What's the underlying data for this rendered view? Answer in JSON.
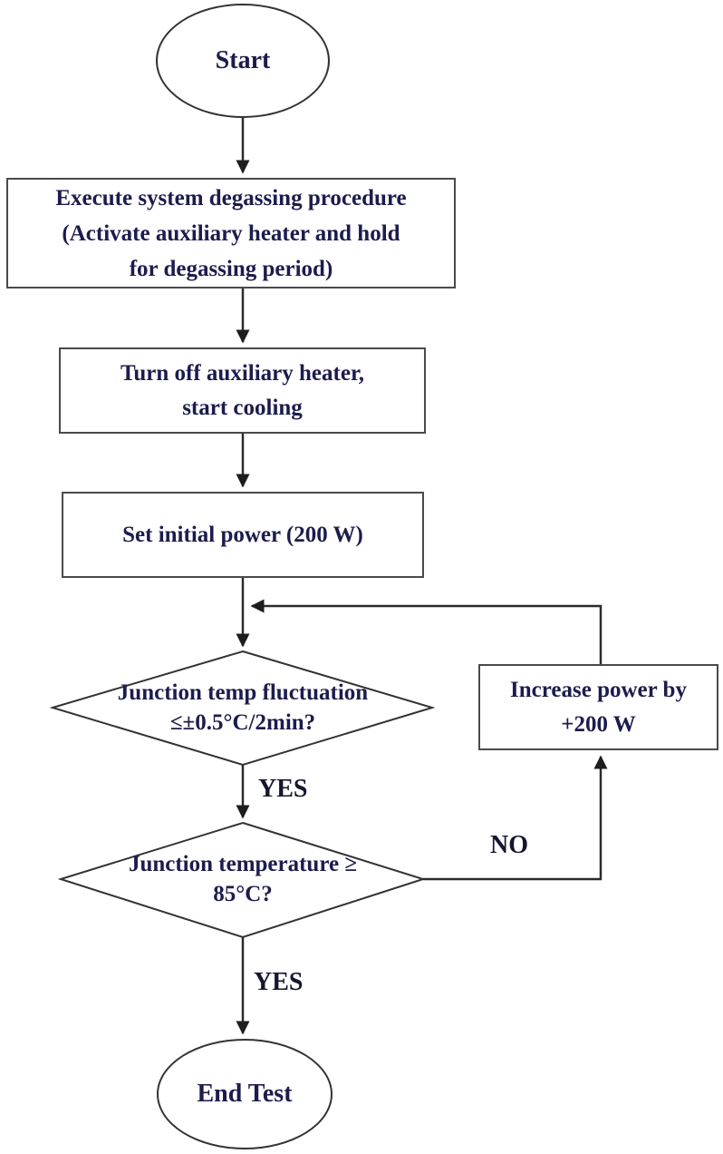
{
  "page": {
    "background": "#ffffff",
    "edge_color": "#9a9a9a"
  },
  "flowchart": {
    "colors": {
      "node_text": "#1c1c4e",
      "edge_label_text": "#15152f",
      "connector_line": "#2b2b2b",
      "rect_border": "#4a4a4a",
      "terminator_border": "#333333",
      "node_fill": "#ffffff"
    },
    "nodes": {
      "start": {
        "type": "terminator",
        "label": "Start"
      },
      "degas": {
        "type": "process",
        "lines": [
          "Execute system degassing procedure",
          "(Activate auxiliary heater and hold",
          "for degassing period)"
        ]
      },
      "cooling": {
        "type": "process",
        "lines": [
          "Turn off auxiliary heater,",
          "start cooling"
        ]
      },
      "set_power": {
        "type": "process",
        "lines": [
          "Set initial power (200 W)"
        ]
      },
      "fluct_decision": {
        "type": "decision",
        "lines": [
          "Junction temp fluctuation",
          "≤±0.5°C/2min?"
        ]
      },
      "temp_decision": {
        "type": "decision",
        "lines": [
          "Junction temperature ≥",
          "85°C?"
        ]
      },
      "increase_power": {
        "type": "process",
        "lines": [
          "Increase power by",
          "+200 W"
        ]
      },
      "end": {
        "type": "terminator",
        "label": "End Test"
      }
    },
    "edge_labels": {
      "fluct_yes": "YES",
      "temp_no": "NO",
      "temp_yes": "YES"
    }
  }
}
